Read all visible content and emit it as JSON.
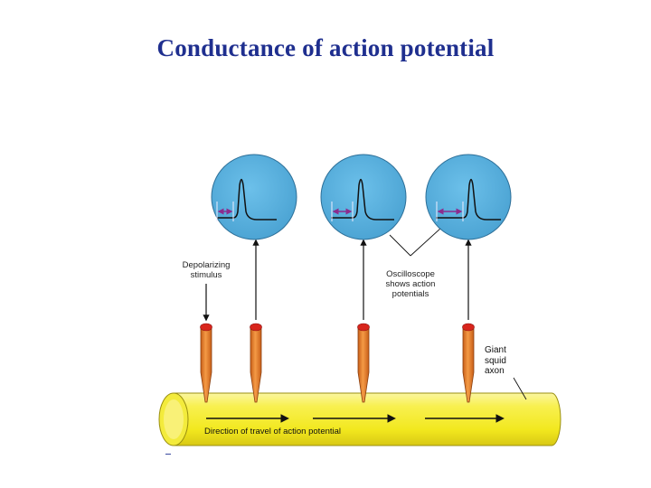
{
  "slide": {
    "title": "Conductance of action potential"
  },
  "diagram": {
    "stimulus_label_line1": "Depolarizing",
    "stimulus_label_line2": "stimulus",
    "oscilloscope_label_line1": "Oscilloscope",
    "oscilloscope_label_line2": "shows action",
    "oscilloscope_label_line3": "potentials",
    "axon_label_line1": "Giant",
    "axon_label_line2": "squid",
    "axon_label_line3": "axon",
    "direction_caption": "Direction of travel of action potential",
    "oscilloscope_count": 3,
    "electrode_count": 4,
    "colors": {
      "title": "#1f2f8f",
      "oscilloscope_fill": "#5cb2df",
      "axon_fill": "#f6ee2a",
      "electrode_body": "#e27a28",
      "electrode_tip": "#d8251c",
      "delay_arrow": "#8b2d8f"
    }
  }
}
